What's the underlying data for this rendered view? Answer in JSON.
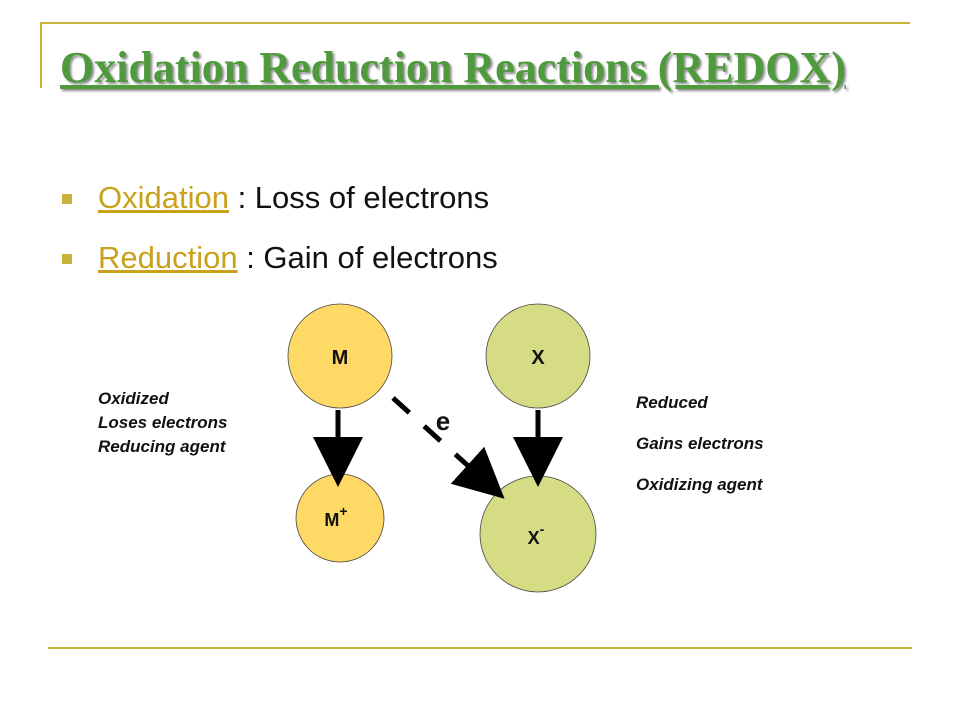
{
  "slide": {
    "title": "Oxidation Reduction Reactions (REDOX)",
    "bullets": [
      {
        "term": "Oxidation",
        "definition": " : Loss of electrons"
      },
      {
        "term": "Reduction",
        "definition": " : Gain of electrons"
      }
    ]
  },
  "diagram": {
    "nodes": {
      "m": "M",
      "m_plus": {
        "base": "M",
        "sup": "+"
      },
      "x": "X",
      "x_minus": {
        "base": "X",
        "sup": "-"
      }
    },
    "electron_label": "e",
    "left_labels": [
      "Oxidized",
      "Loses electrons",
      "Reducing agent"
    ],
    "right_labels": [
      "Reduced",
      "Gains electrons",
      "Oxidizing agent"
    ]
  },
  "colors": {
    "title_green": "#4f9a3c",
    "term_gold": "#c9a11a",
    "frame_gold": "#c9b23a",
    "m_fill": "#ffd966",
    "x_fill": "#d6dc84"
  }
}
